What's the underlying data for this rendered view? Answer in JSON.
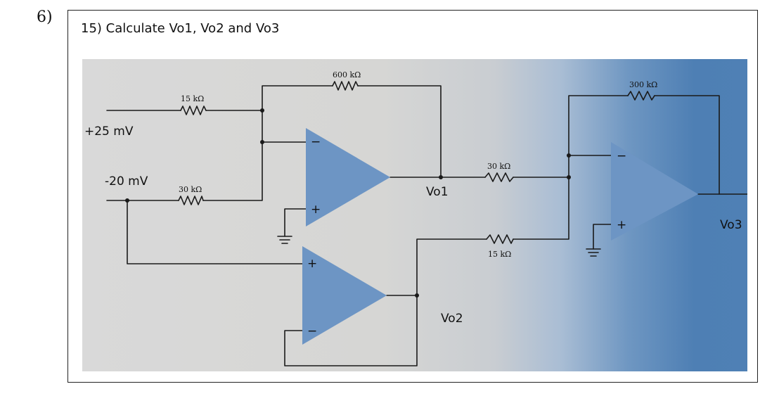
{
  "question_number": "6)",
  "prompt": "15) Calculate Vo1, Vo2 and Vo3",
  "circuit": {
    "inputs": {
      "v1": "+25 mV",
      "v2": "-20 mV"
    },
    "resistors": {
      "r_in1": "15 kΩ",
      "r_in2": "30 kΩ",
      "r_f1": "600 kΩ",
      "r_link1": "30 kΩ",
      "r_link2": "15 kΩ",
      "r_f3": "300 kΩ"
    },
    "outputs": {
      "o1": "Vo1",
      "o2": "Vo2",
      "o3": "Vo3"
    },
    "terminals": {
      "plus": "+",
      "minus": "−"
    },
    "colors": {
      "opamp_fill": "#6d95c4",
      "wire": "#1a1a1a",
      "photo_bg_left": "#d9d9d9",
      "photo_bg_right": "#4f80b5"
    }
  }
}
